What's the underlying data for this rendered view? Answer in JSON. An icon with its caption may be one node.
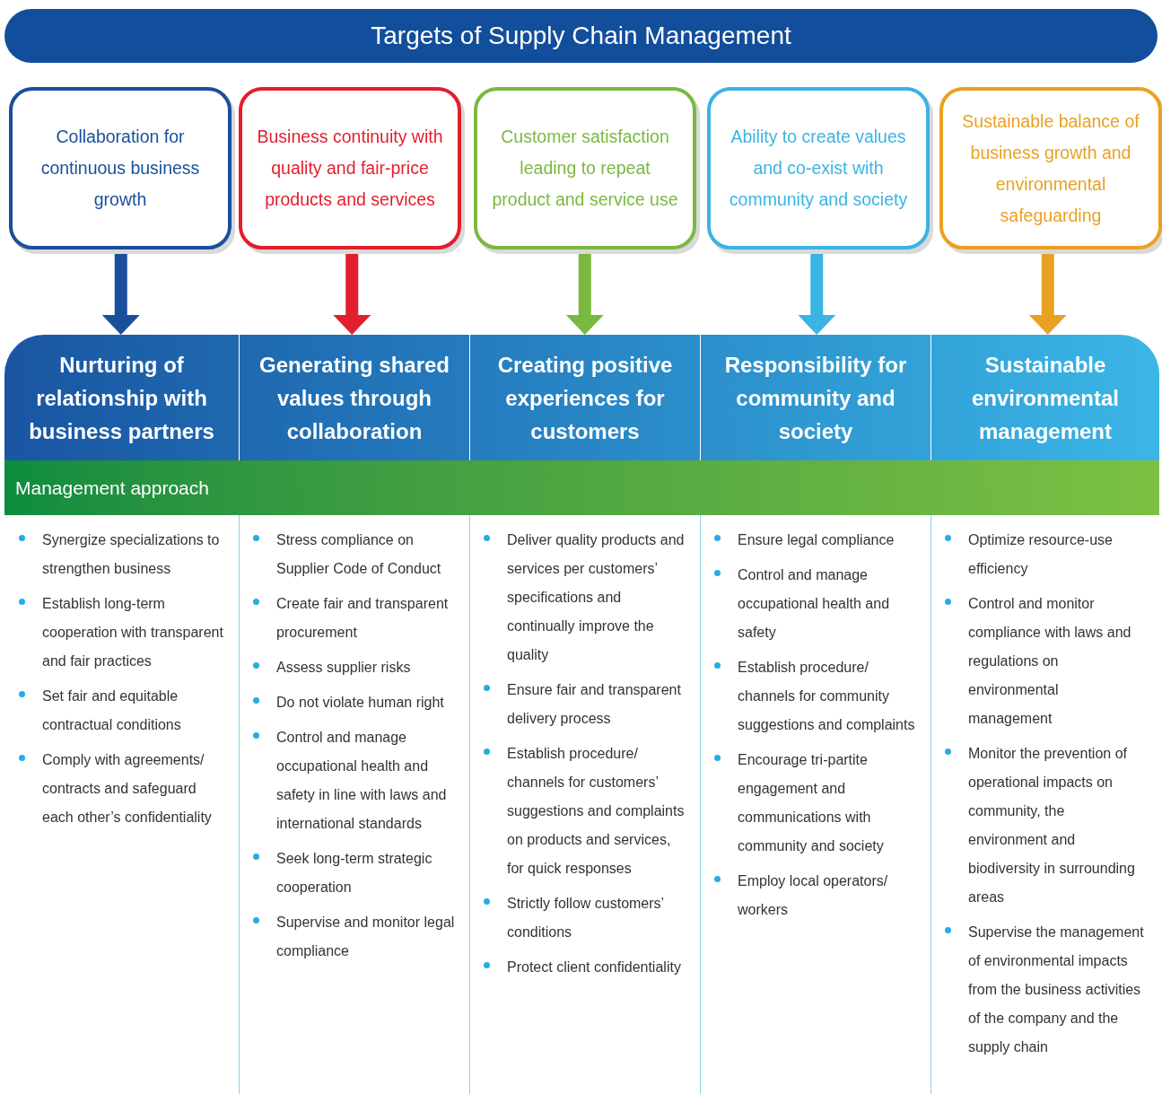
{
  "diagram": {
    "title": "Targets of Supply Chain Management",
    "nodes": [
      {
        "text": [
          "Collaboration for continuous business growth"
        ]
      },
      {
        "text": [
          "Business continuity with quality and fair-price products and services"
        ]
      },
      {
        "text": [
          "Customer satisfaction leading to repeat product and service use"
        ]
      },
      {
        "text": [
          "Ability to create values and co-exist with community and society"
        ]
      },
      {
        "text": [
          "Sustainable balance of business growth and environmental safeguarding"
        ]
      },
      {
        "text": [
          "Nurturing of relationship with business partners"
        ]
      },
      {
        "text": [
          "Generating shared values through collaboration"
        ]
      },
      {
        "text": [
          "Creating positive experiences for customers"
        ]
      },
      {
        "text": [
          "Responsibility for community and society"
        ]
      },
      {
        "text": [
          "Sustainable environmental management"
        ]
      },
      {
        "text": [
          "Management approach"
        ]
      },
      {
        "text": [
          "Synergize specializations to strengthen business",
          "Establish long-term cooperation with transparent and fair practices",
          "Set fair and equitable contractual conditions",
          "Comply with agreements/ contracts and safeguard each other’s confidentiality"
        ]
      },
      {
        "text": [
          "Stress compliance on Supplier Code of Conduct",
          "Create fair and transparent procurement",
          "Assess supplier risks",
          "Do not violate human right",
          "Control and manage occupational health and safety in line with laws and international standards",
          "Seek long-term strategic cooperation",
          "Supervise and monitor legal compliance"
        ]
      },
      {
        "text": [
          "Deliver quality products and services per customers’ specifications and continually improve the quality",
          "Ensure fair and transparent delivery process",
          "Establish procedure/ channels for customers’ suggestions and complaints on products and services, for quick responses",
          "Strictly follow customers’ conditions",
          "Protect client confidentiality"
        ]
      },
      {
        "text": [
          "Ensure legal compliance",
          "Control and manage occupational health and safety",
          "Establish procedure/ channels for community suggestions and complaints",
          "Encourage tri-partite engagement and communications with community and society",
          "Employ local operators/ workers"
        ]
      },
      {
        "text": [
          "Optimize resource-use efficiency",
          "Control and monitor compliance with laws and regulations on environmental management",
          "Monitor the prevention of operational impacts on community, the environment and biodiversity in surrounding areas",
          "Supervise the management of environmental impacts from the business activities of the company and the supply chain"
        ]
      }
    ],
    "edges": [
      {
        "from": 0,
        "to": 5,
        "arrow": "to",
        "color": "#1a4f9c"
      },
      {
        "from": 1,
        "to": 6,
        "arrow": "to",
        "color": "#e31e2d"
      },
      {
        "from": 2,
        "to": 7,
        "arrow": "to",
        "color": "#7ab940"
      },
      {
        "from": 3,
        "to": 8,
        "arrow": "to",
        "color": "#3bb3e3"
      },
      {
        "from": 4,
        "to": 9,
        "arrow": "to",
        "color": "#e8a123"
      }
    ]
  }
}
